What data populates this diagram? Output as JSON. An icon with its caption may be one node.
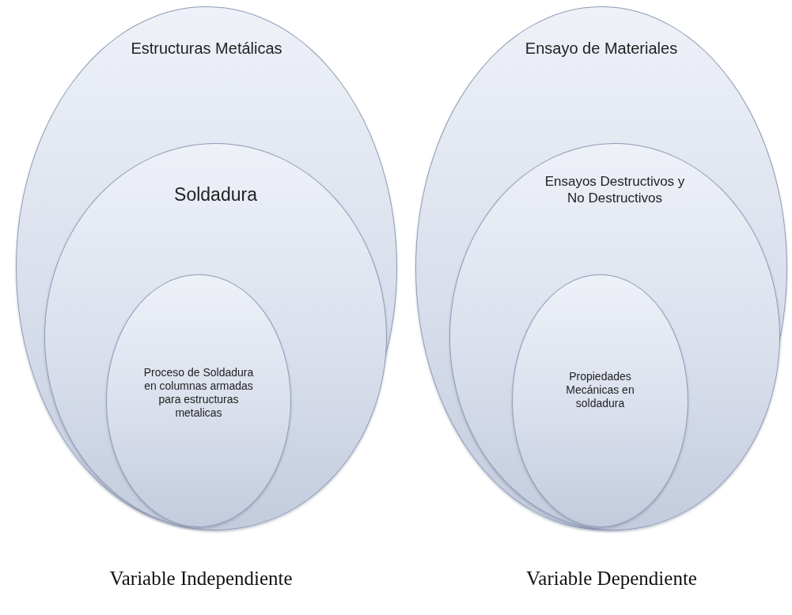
{
  "diagram": {
    "nodes": [
      {
        "text": [
          "Estructuras Metálicas"
        ]
      },
      {
        "text": [
          "Soldadura"
        ],
        "in": 0
      },
      {
        "text": [
          "Proceso de Soldadura en columnas armadas para estructuras metalicas"
        ],
        "in": 1
      },
      {
        "text": [
          "Ensayo de Materiales"
        ]
      },
      {
        "text": [
          "Ensayos Destructivos y No Destructivos"
        ],
        "in": 3
      },
      {
        "text": [
          "Propiedades Mecánicas en soldadura"
        ],
        "in": 4
      }
    ],
    "labels": [
      "Variable Independiente",
      "Variable Dependiente"
    ]
  }
}
